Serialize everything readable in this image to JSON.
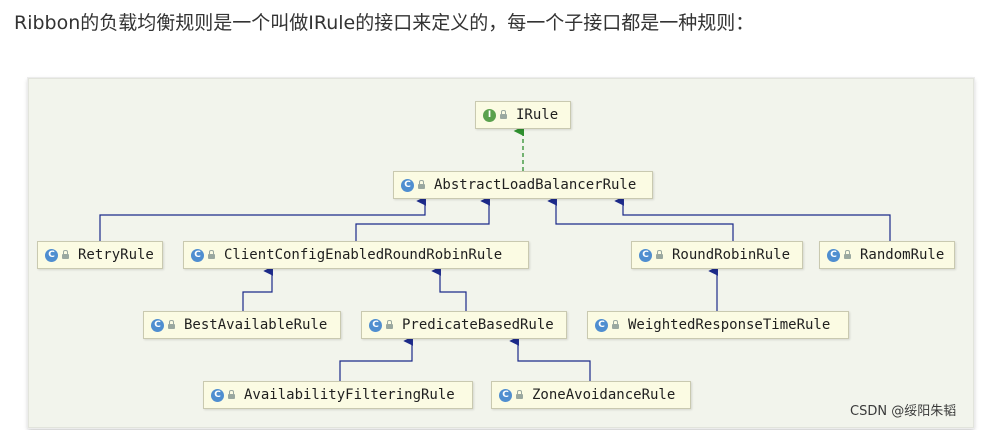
{
  "heading": "Ribbon的负载均衡规则是一个叫做IRule的接口来定义的，每一个子接口都是一种规则：",
  "diagram": {
    "nodes": {
      "irule": {
        "label": "IRule",
        "kind": "interface",
        "badge": "I"
      },
      "abstract": {
        "label": "AbstractLoadBalancerRule",
        "kind": "class",
        "badge": "C"
      },
      "retry": {
        "label": "RetryRule",
        "kind": "class",
        "badge": "C"
      },
      "clientconfig": {
        "label": "ClientConfigEnabledRoundRobinRule",
        "kind": "class",
        "badge": "C"
      },
      "roundrobin": {
        "label": "RoundRobinRule",
        "kind": "class",
        "badge": "C"
      },
      "random": {
        "label": "RandomRule",
        "kind": "class",
        "badge": "C"
      },
      "bestavailable": {
        "label": "BestAvailableRule",
        "kind": "class",
        "badge": "C"
      },
      "predicate": {
        "label": "PredicateBasedRule",
        "kind": "class",
        "badge": "C"
      },
      "weighted": {
        "label": "WeightedResponseTimeRule",
        "kind": "class",
        "badge": "C"
      },
      "availability": {
        "label": "AvailabilityFilteringRule",
        "kind": "class",
        "badge": "C"
      },
      "zone": {
        "label": "ZoneAvoidanceRule",
        "kind": "class",
        "badge": "C"
      }
    },
    "relations": [
      {
        "from": "abstract",
        "to": "irule",
        "type": "implements"
      },
      {
        "from": "retry",
        "to": "abstract",
        "type": "extends"
      },
      {
        "from": "clientconfig",
        "to": "abstract",
        "type": "extends"
      },
      {
        "from": "roundrobin",
        "to": "abstract",
        "type": "extends"
      },
      {
        "from": "random",
        "to": "abstract",
        "type": "extends"
      },
      {
        "from": "bestavailable",
        "to": "clientconfig",
        "type": "extends"
      },
      {
        "from": "predicate",
        "to": "clientconfig",
        "type": "extends"
      },
      {
        "from": "weighted",
        "to": "roundrobin",
        "type": "extends"
      },
      {
        "from": "availability",
        "to": "predicate",
        "type": "extends"
      },
      {
        "from": "zone",
        "to": "predicate",
        "type": "extends"
      }
    ],
    "colors": {
      "extends": "#1c2a8a",
      "implements": "#2f8f2f",
      "node_fill": "#fbfbe3"
    }
  },
  "watermark": "CSDN @绥阳朱韬"
}
